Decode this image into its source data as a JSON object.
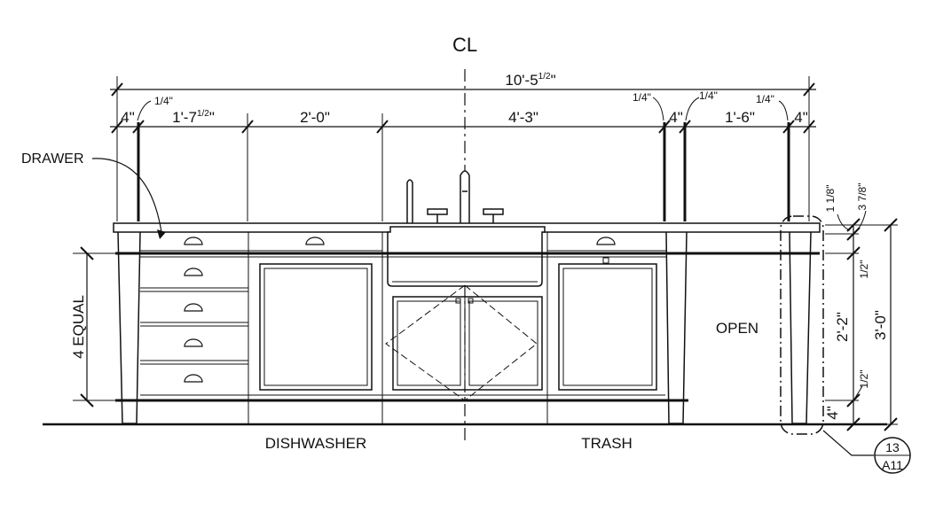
{
  "drawing": {
    "centerline_symbol": "CL",
    "overall_dimension": {
      "whole": "10'-5",
      "fraction": "1/2",
      "close": "\""
    },
    "top_dimensions": [
      {
        "text": "4\""
      },
      {
        "text": "1'-7",
        "fraction": "1/2",
        "close": "\""
      },
      {
        "text": "2'-0\""
      },
      {
        "text": "4'-3\""
      },
      {
        "text": "4\""
      },
      {
        "text": "1'-6\""
      },
      {
        "text": "4\""
      }
    ],
    "quarter_notes": [
      "1/4\"",
      "1/4\"",
      "1/4\"",
      "1/4\""
    ],
    "left_note": "DRAWER",
    "left_vertical_label": "4 EQUAL",
    "right_dimensions": {
      "top_gap": "1 1/8\"",
      "top_gap2": "3 7/8\"",
      "half_top": "1/2\"",
      "middle": "2'-2\"",
      "half_bottom": "1/2\"",
      "base": "4\"",
      "overall": "3'-0\""
    },
    "open_label": "OPEN",
    "bottom_labels": [
      "DISHWASHER",
      "TRASH"
    ],
    "detail_callout": {
      "number": "13",
      "sheet": "A11"
    }
  }
}
